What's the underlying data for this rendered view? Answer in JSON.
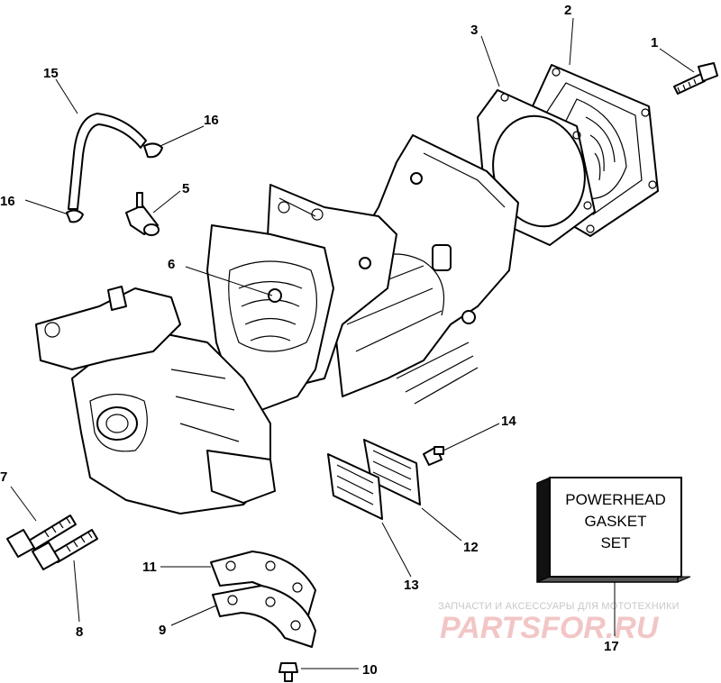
{
  "callouts": [
    {
      "id": "1",
      "label": "1"
    },
    {
      "id": "2",
      "label": "2"
    },
    {
      "id": "3",
      "label": "3"
    },
    {
      "id": "5",
      "label": "5"
    },
    {
      "id": "6",
      "label": "6"
    },
    {
      "id": "7",
      "label": "7"
    },
    {
      "id": "8",
      "label": "8"
    },
    {
      "id": "9",
      "label": "9"
    },
    {
      "id": "10",
      "label": "10"
    },
    {
      "id": "11",
      "label": "11"
    },
    {
      "id": "12",
      "label": "12"
    },
    {
      "id": "13",
      "label": "13"
    },
    {
      "id": "14",
      "label": "14"
    },
    {
      "id": "15",
      "label": "15"
    },
    {
      "id": "16a",
      "label": "16"
    },
    {
      "id": "16b",
      "label": "16"
    },
    {
      "id": "17",
      "label": "17"
    }
  ],
  "kit_box": {
    "line1": "POWERHEAD",
    "line2": "GASKET",
    "line3": "SET"
  },
  "watermark": {
    "tagline": "ЗАПЧАСТИ И АКСЕССУАРЫ ДЛЯ МОТОТЕХНИКИ",
    "brand": "PARTSFOR.RU"
  }
}
